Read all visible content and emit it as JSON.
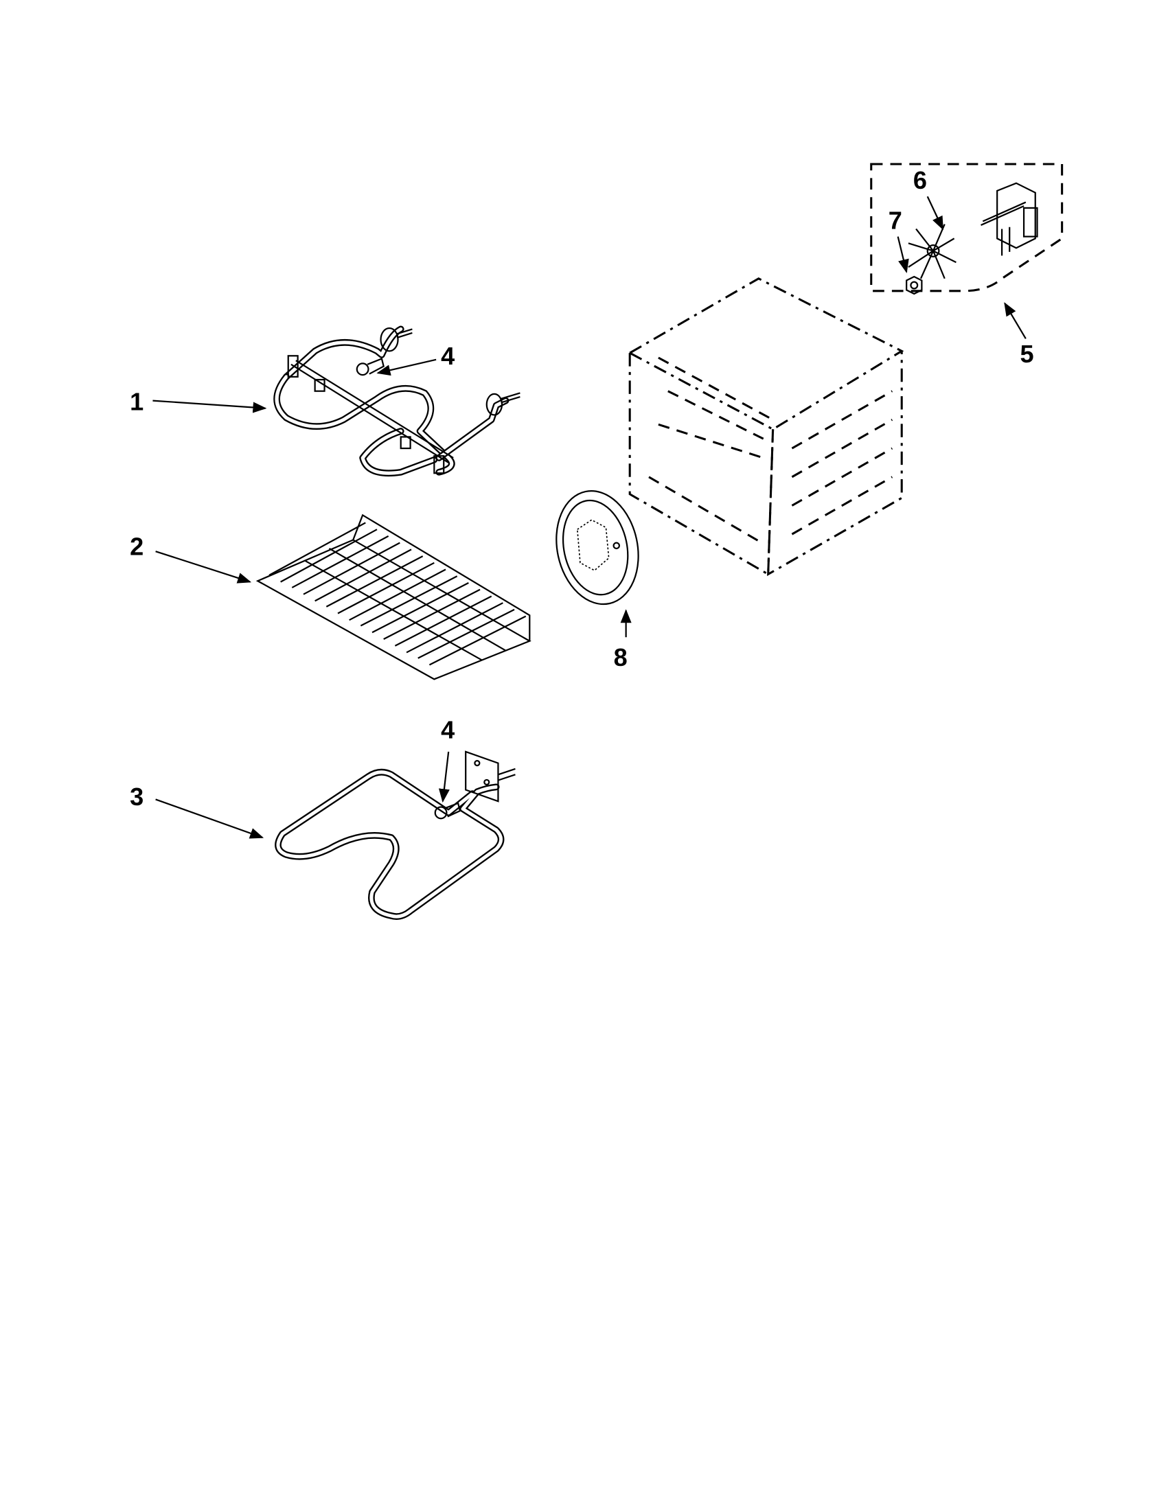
{
  "diagram": {
    "type": "exploded parts diagram",
    "subject": "oven cavity parts",
    "callouts": [
      {
        "id": "1",
        "label": "1",
        "part": "broil element"
      },
      {
        "id": "2",
        "label": "2",
        "part": "oven rack"
      },
      {
        "id": "3",
        "label": "3",
        "part": "bake element"
      },
      {
        "id": "4a",
        "label": "4",
        "part": "screw (broil element)"
      },
      {
        "id": "4b",
        "label": "4",
        "part": "screw (bake element)"
      },
      {
        "id": "5",
        "label": "5",
        "part": "convection fan motor assembly"
      },
      {
        "id": "6",
        "label": "6",
        "part": "fan blade"
      },
      {
        "id": "7",
        "label": "7",
        "part": "nut"
      },
      {
        "id": "8",
        "label": "8",
        "part": "fan cover"
      }
    ],
    "colors": {
      "ink": "#000000",
      "background": "#ffffff"
    }
  }
}
